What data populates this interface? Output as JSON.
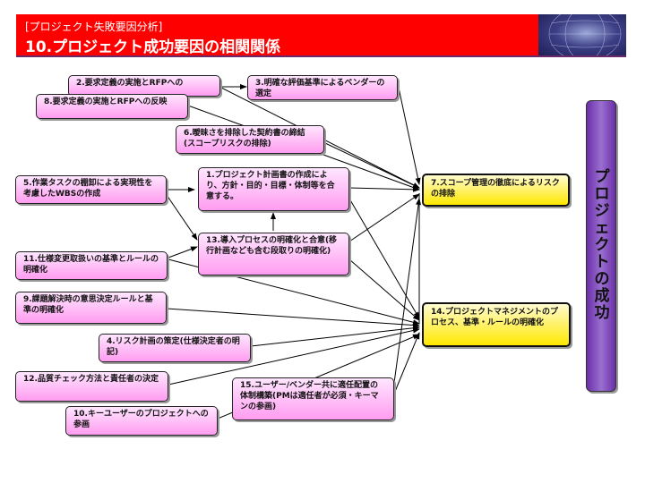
{
  "header": {
    "subtitle": "[プロジェクト失敗要因分析]",
    "title": "10.プロジェクト成功要因の相関関係"
  },
  "nodes": {
    "n2": "2.要求定義の実施とRFPへの",
    "n8": "8.要求定義の実施とRFPへの反映",
    "n3": "3.明確な評価基準によるベンダーの選定",
    "n6": "6.曖昧さを排除した契約書の締結(スコープリスクの排除)",
    "n5": "5.作業タスクの棚卸による実現性を考慮したWBSの作成",
    "n1": "1.プロジェクト計画書の作成により、方針・目的・目標・体制等を合意する。",
    "n11": "11.仕様変更取扱いの基準とルールの明確化",
    "n13": "13.導入プロセスの明確化と合意(移行計画なども含む段取りの明確化)",
    "n9": "9.課題解決時の意思決定ルールと基準の明確化",
    "n4": "4.リスク計画の策定(仕様決定者の明記)",
    "n12": "12.品質チェック方法と責任者の決定",
    "n15": "15.ユーザー/ベンダー共に適任配置の体制構築(PMは適任者が必須・キーマンの参画)",
    "n10": "10.キーユーザーのプロジェクトへの参画",
    "n7": "7.スコープ管理の徹底によるリスクの排除",
    "n14": "14.プロジェクトマネジメントのプロセス、基準・ルールの明確化"
  },
  "result": {
    "vertical_text": [
      "プ",
      "ロ",
      "ジ",
      "ェ",
      "ク",
      "ト",
      "の",
      "成",
      "功"
    ]
  },
  "colors": {
    "header": "#ff0000",
    "node_fill": "#ffa8f2",
    "goal_fill": "#ffe800",
    "result_fill": "#7a3fb8"
  }
}
